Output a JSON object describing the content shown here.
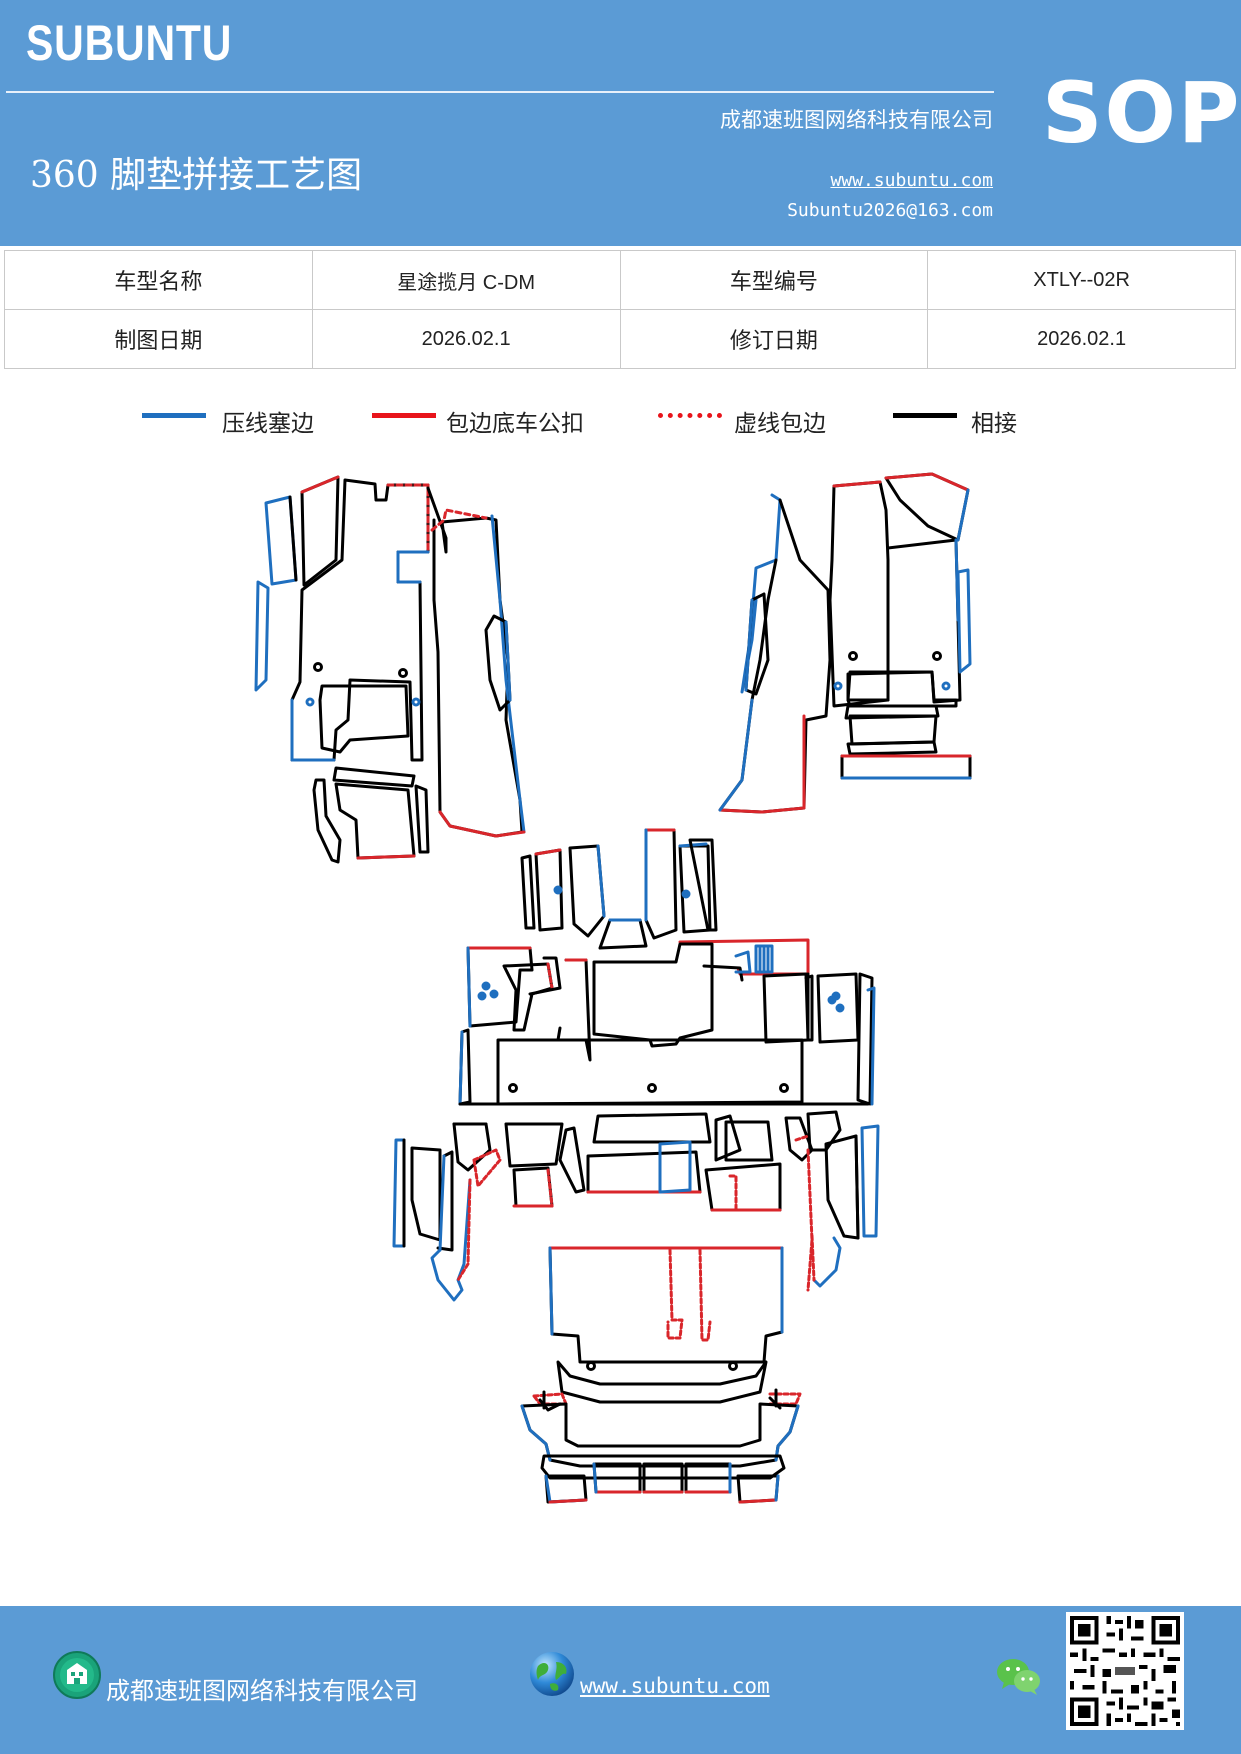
{
  "header": {
    "brand": "SUBUNTU",
    "sop": "SOP",
    "company": "成都速班图网络科技有限公司",
    "title": "360 脚垫拼接工艺图",
    "website": "www.subuntu.com",
    "email": "Subuntu2026@163.com"
  },
  "info_table": {
    "model_name_label": "车型名称",
    "model_name": "星途揽月 C-DM",
    "model_code_label": "车型编号",
    "model_code": "XTLY--02R",
    "draw_date_label": "制图日期",
    "draw_date": "2026.02.1",
    "revise_date_label": "修订日期",
    "revise_date": "2026.02.1"
  },
  "legend": [
    {
      "label": "压线塞边",
      "color": "#1f6fbf",
      "style": "solid"
    },
    {
      "label": "包边底车公扣",
      "color": "#e8141b",
      "style": "solid"
    },
    {
      "label": "虚线包边",
      "color": "#e8141b",
      "style": "dotted"
    },
    {
      "label": "相接",
      "color": "#000000",
      "style": "solid"
    }
  ],
  "colors": {
    "header_blue": "#5b9bd5",
    "edge_blue": "#1f6fbf",
    "edge_red": "#d9262b",
    "edge_black": "#000000"
  },
  "footer": {
    "company": "成都速班图网络科技有限公司",
    "website": "www.subuntu.com",
    "icons": [
      "building-icon",
      "globe-icon",
      "wechat-icon",
      "qr-code"
    ]
  }
}
